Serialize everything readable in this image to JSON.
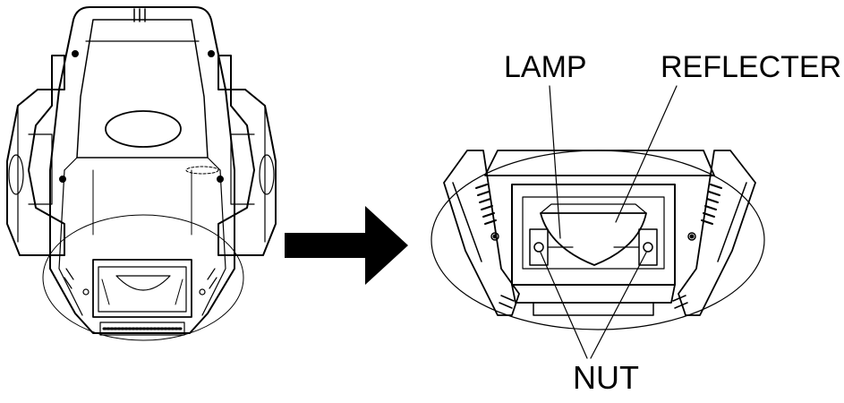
{
  "labels": {
    "lamp": "LAMP",
    "reflector": "REFLECTER",
    "nut": "NUT"
  },
  "colors": {
    "line": "#000000",
    "fill": "#ffffff",
    "arrow": "#000000"
  }
}
